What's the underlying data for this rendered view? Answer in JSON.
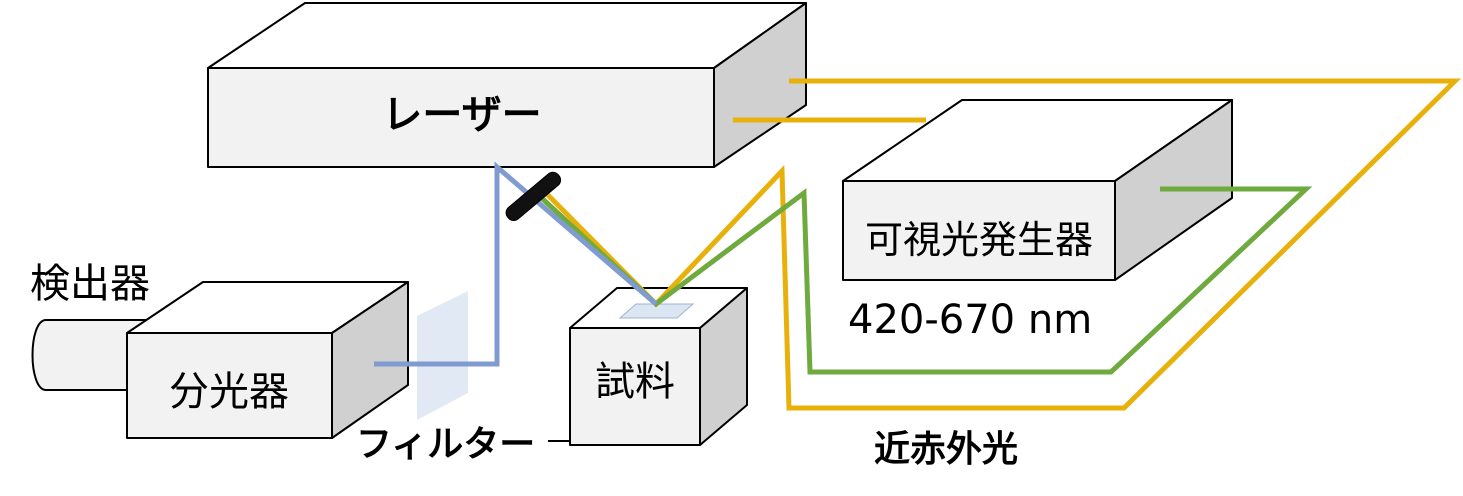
{
  "labels": {
    "laser": "レーザー",
    "visible_generator": "可視光発生器",
    "wavelength_range": "420-670 nm",
    "detector": "検出器",
    "spectrometer": "分光器",
    "sample": "試料",
    "filter": "フィルター",
    "near_infrared": "近赤外光"
  },
  "colors": {
    "near_infrared_beam": "#E8B00A",
    "visible_beam": "#6FAA3F",
    "scattered_beam": "#7F9BD0",
    "box_front": "#F2F2F2",
    "box_top": "#FFFFFF",
    "box_side": "#D0D0D0"
  }
}
